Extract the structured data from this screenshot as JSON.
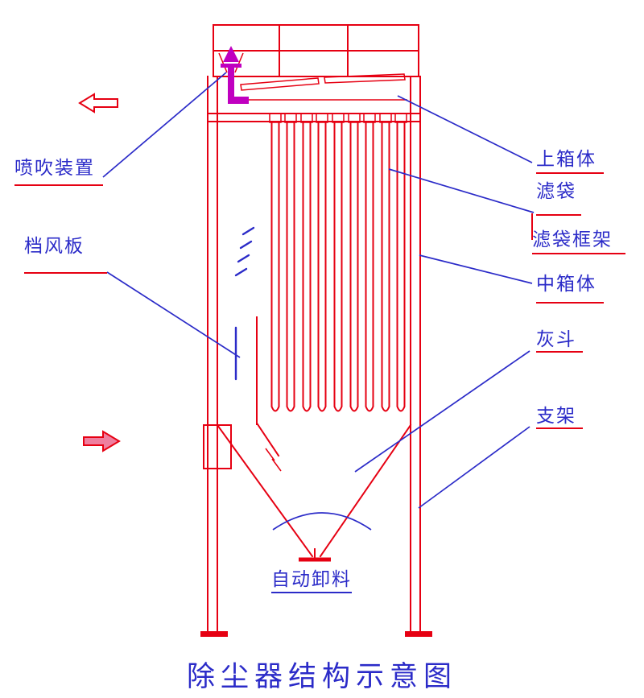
{
  "diagram": {
    "title": "除尘器结构示意图",
    "labels": {
      "blow_device": "喷吹装置",
      "wind_baffle": "档风板",
      "upper_box": "上箱体",
      "filter_bag": "滤袋",
      "filter_bag_frame": "滤袋框架",
      "middle_box": "中箱体",
      "ash_hopper": "灰斗",
      "support_frame": "支架",
      "auto_discharge": "自动卸料"
    },
    "icons": {
      "outlet_arrow": "left-arrow",
      "inlet_arrow": "right-arrow",
      "pulse_jet_arrow": "up-arrow"
    },
    "colors": {
      "structure_red": "#e60012",
      "label_blue": "#2b2bc8",
      "pipe_magenta": "#c000c0",
      "background": "#ffffff"
    }
  }
}
